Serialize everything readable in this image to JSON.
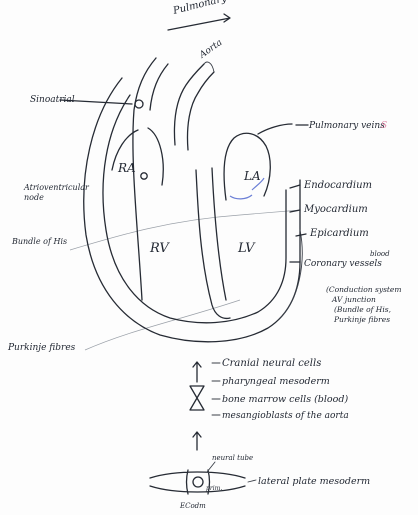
{
  "labels": {
    "pulmonary_artery": "Pulmonary artery.",
    "aorta": "Aorta",
    "sinoatrial": "Sinoatrial",
    "pulmonary_veins": "Pulmonary veins",
    "pulmonary_veins_mark": "S",
    "ra": "RA",
    "la": "LA",
    "atrioventricular_node": [
      "Atrioventricular",
      "node"
    ],
    "endocardium": "Endocardium",
    "myocardium": "Myocardium",
    "epicardium": "Epicardium",
    "bundle_of_his": "Bundle of His",
    "rv": "RV",
    "lv": "LV",
    "blood": "blood",
    "coronary_vessels": "Coronary vessels",
    "conduction_note": [
      "(Conduction system",
      "AV junction",
      "(Bundle of His,",
      "Purkinje fibres"
    ],
    "purkinje_fibres": "Purkinje fibres",
    "cranial_neural_cells": "Cranial neural cells",
    "pharyngeal_mesoderm": "pharyngeal mesoderm",
    "bone_marrow_cells": "bone marrow cells (blood)",
    "mesangioblasts": "mesangioblasts of the aorta",
    "neural_tube": "neural tube",
    "lateral_plate_mesoderm": "lateral plate mesoderm",
    "small_label_1": "prim.",
    "small_label_2": "ECodm"
  },
  "colors": {
    "ink": "#262b34",
    "accent": "#6b7fd6",
    "mark": "#e08aa8"
  }
}
